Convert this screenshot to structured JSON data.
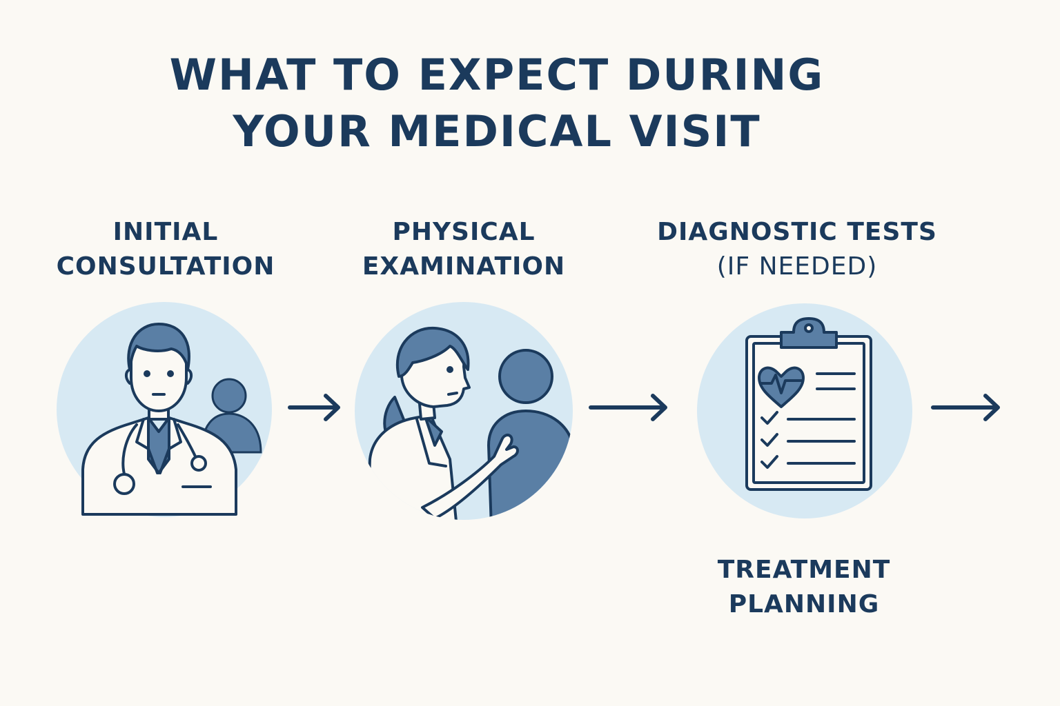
{
  "title": {
    "line1": "WHAT TO EXPECT DURING",
    "line2": "YOUR MEDICAL VISIT"
  },
  "steps": [
    {
      "line1": "INITIAL",
      "line2": "CONSULTATION",
      "icon": "doctor-icon"
    },
    {
      "line1": "PHYSICAL",
      "line2": "EXAMINATION",
      "icon": "examination-icon"
    },
    {
      "line1": "DIAGNOSTIC TESTS",
      "line2": "(IF NEEDED)",
      "icon": "clipboard-icon"
    },
    {
      "line1": "TREATMENT",
      "line2": "PLANNING"
    }
  ],
  "colors": {
    "navy": "#1b3a5c",
    "circle": "#d7e9f3",
    "fill": "#5a7fa5",
    "background": "#fbf9f4"
  }
}
